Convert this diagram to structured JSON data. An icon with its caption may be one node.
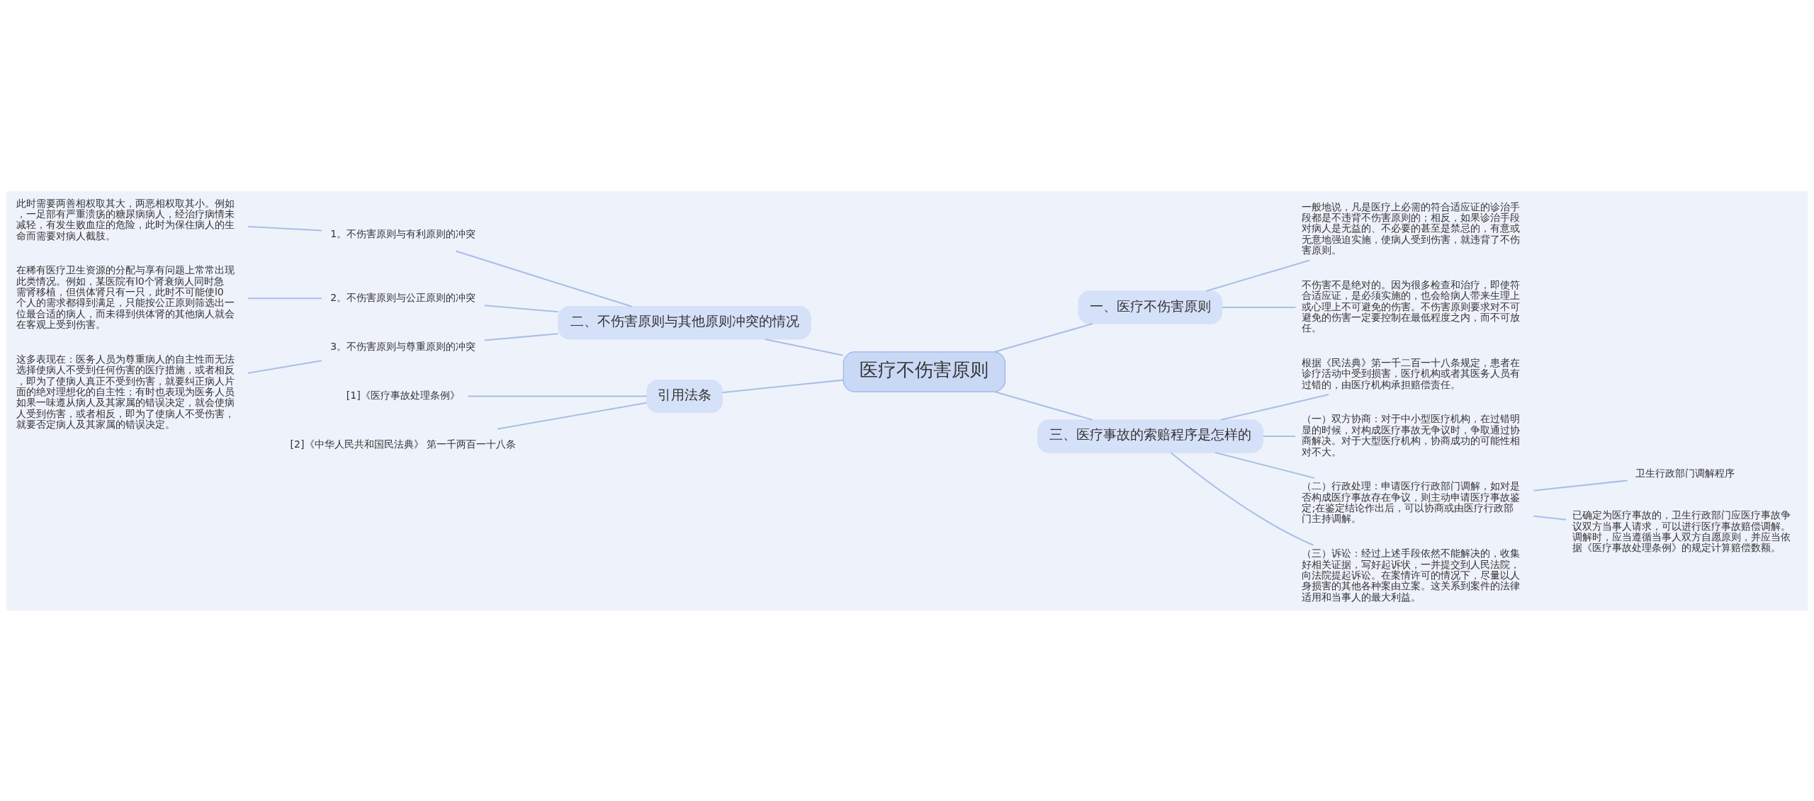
{
  "diagram": {
    "nodes": [
      {
        "text": [
          "医疗不伤害原则"
        ]
      },
      {
        "text": [
          "二、不伤害原则与其他原则冲突的情况"
        ]
      },
      {
        "text": [
          "1。不伤害原则与有利原则的冲突"
        ]
      },
      {
        "text": [
          "此时需要两善相权取其大，两恶相权取其小。例如，一足部有严重溃疡的糖尿病病人，经治疗病情未减轻，有发生败血症的危险，此时为保住病人的生命而需要对病人截肢。"
        ]
      },
      {
        "text": [
          "2。不伤害原则与公正原则的冲突"
        ]
      },
      {
        "text": [
          "在稀有医疗卫生资源的分配与享有问题上常常出现此类情况。例如，某医院有l0个肾衰病人同时急需肾移植，但供体肾只有一只，此时不可能使l0个人的需求都得到满足，只能按公正原则筛选出一位最合适的病人，而未得到供体肾的其他病人就会在客观上受到伤害。"
        ]
      },
      {
        "text": [
          "3。不伤害原则与尊重原则的冲突"
        ]
      },
      {
        "text": [
          "这多表现在：医务人员为尊重病人的自主性而无法选择使病人不受到任何伤害的医疗措施，或者相反，即为了使病人真正不受到伤害，就要纠正病人片面的绝对理想化的自主性；有时也表现为医务人员如果一味遵从病人及其家属的错误决定，就会使病人受到伤害，或者相反，即为了使病人不受伤害，就要否定病人及其家属的错误决定。"
        ]
      },
      {
        "text": [
          "引用法条"
        ]
      },
      {
        "text": [
          "[1]《医疗事故处理条例》"
        ]
      },
      {
        "text": [
          "[2]《中华人民共和国民法典》 第一千两百一十八条"
        ]
      },
      {
        "text": [
          "一、医疗不伤害原则"
        ]
      },
      {
        "text": [
          "一般地说，凡是医疗上必需的符合适应证的诊治手段都是不违背不伤害原则的；相反，如果诊治手段对病人是无益的、不必要的甚至是禁忌的，有意或无意地强迫实施，使病人受到伤害，就违背了不伤害原则。"
        ]
      },
      {
        "text": [
          "不伤害不是绝对的。因为很多检查和治疗，即使符合适应证，是必须实施的，也会给病人带来生理上或心理上不可避免的伤害。不伤害原则要求对不可避免的伤害一定要控制在最低程度之内，而不可放任。"
        ]
      },
      {
        "text": [
          "三、医疗事故的索赔程序是怎样的"
        ]
      },
      {
        "text": [
          "根据《民法典》第一千二百一十八条规定，患者在诊疗活动中受到损害，医疗机构或者其医务人员有过错的，由医疗机构承担赔偿责任。"
        ]
      },
      {
        "text": [
          "（一）双方协商：对于中小型医疗机构，在过错明显的时候，对构成医疗事故无争议时，争取通过协商解决。对于大型医疗机构，协商成功的可能性相对不大。"
        ]
      },
      {
        "text": [
          "（二）行政处理：申请医疗行政部门调解，如对是否构成医疗事故存在争议，则主动申请医疗事故鉴定;在鉴定结论作出后，可以协商或由医疗行政部门主持调解。"
        ]
      },
      {
        "text": [
          "卫生行政部门调解程序"
        ]
      },
      {
        "text": [
          "已确定为医疗事故的，卫生行政部门应医疗事故争议双方当事人请求，可以进行医疗事故赔偿调解。调解时，应当遵循当事人双方自愿原则，并应当依据《医疗事故处理条例》的规定计算赔偿数额。"
        ]
      },
      {
        "text": [
          "（三）诉讼：经过上述手段依然不能解决的，收集好相关证据，写好起诉状，一并提交到人民法院，向法院提起诉讼。在案情许可的情况下，尽量以人身损害的其他各种案由立案。这关系到案件的法律适用和当事人的最大利益。"
        ]
      }
    ],
    "edges": [
      {
        "from": 0,
        "to": 1,
        "arrow": "none"
      },
      {
        "from": 1,
        "to": 2,
        "arrow": "none"
      },
      {
        "from": 2,
        "to": 3,
        "arrow": "none"
      },
      {
        "from": 1,
        "to": 4,
        "arrow": "none"
      },
      {
        "from": 4,
        "to": 5,
        "arrow": "none"
      },
      {
        "from": 1,
        "to": 6,
        "arrow": "none"
      },
      {
        "from": 6,
        "to": 7,
        "arrow": "none"
      },
      {
        "from": 0,
        "to": 8,
        "arrow": "none"
      },
      {
        "from": 8,
        "to": 9,
        "arrow": "none"
      },
      {
        "from": 8,
        "to": 10,
        "arrow": "none"
      },
      {
        "from": 0,
        "to": 11,
        "arrow": "none"
      },
      {
        "from": 11,
        "to": 12,
        "arrow": "none"
      },
      {
        "from": 11,
        "to": 13,
        "arrow": "none"
      },
      {
        "from": 0,
        "to": 14,
        "arrow": "none"
      },
      {
        "from": 14,
        "to": 15,
        "arrow": "none"
      },
      {
        "from": 14,
        "to": 16,
        "arrow": "none"
      },
      {
        "from": 14,
        "to": 17,
        "arrow": "none"
      },
      {
        "from": 17,
        "to": 18,
        "arrow": "none"
      },
      {
        "from": 17,
        "to": 19,
        "arrow": "none"
      },
      {
        "from": 14,
        "to": 20,
        "arrow": "none"
      }
    ]
  }
}
